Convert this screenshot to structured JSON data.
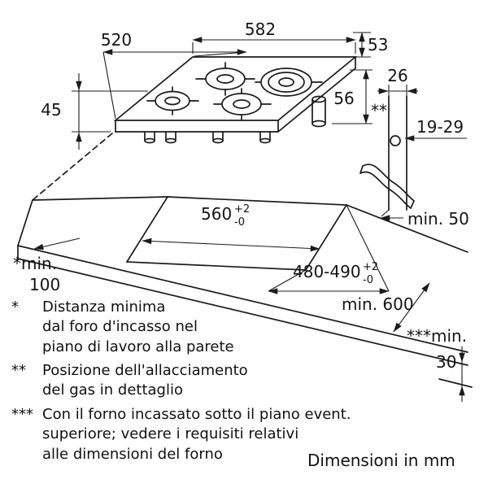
{
  "diagram": {
    "dims": {
      "width": "582",
      "depth": "520",
      "right_top": "53",
      "height_left": "45",
      "right_mid": "56",
      "detail_width": "26",
      "detail_range": "19-29",
      "detail_marker": "**",
      "min_rear": "min. 50",
      "cutout_width": "560",
      "cutout_depth": "480-490",
      "tol_plus": "+2",
      "tol_minus": "-0",
      "min_left_prefix": "*min.",
      "min_left_value": "100",
      "min_worktop_depth": "min. 600",
      "min_below_prefix": "***min.",
      "min_below_value": "30"
    },
    "footnotes": [
      {
        "marker": "*",
        "text": "Distanza minima\ndal foro d'incasso nel\npiano di lavoro alla parete"
      },
      {
        "marker": "**",
        "text": "Posizione dell'allacciamento\ndel gas in dettaglio"
      },
      {
        "marker": "***",
        "text": "Con il forno incassato sotto il piano event.\nsuperiore; vedere i requisiti relativi\nalle dimensioni del forno"
      }
    ],
    "units_note": "Dimensioni in mm"
  }
}
